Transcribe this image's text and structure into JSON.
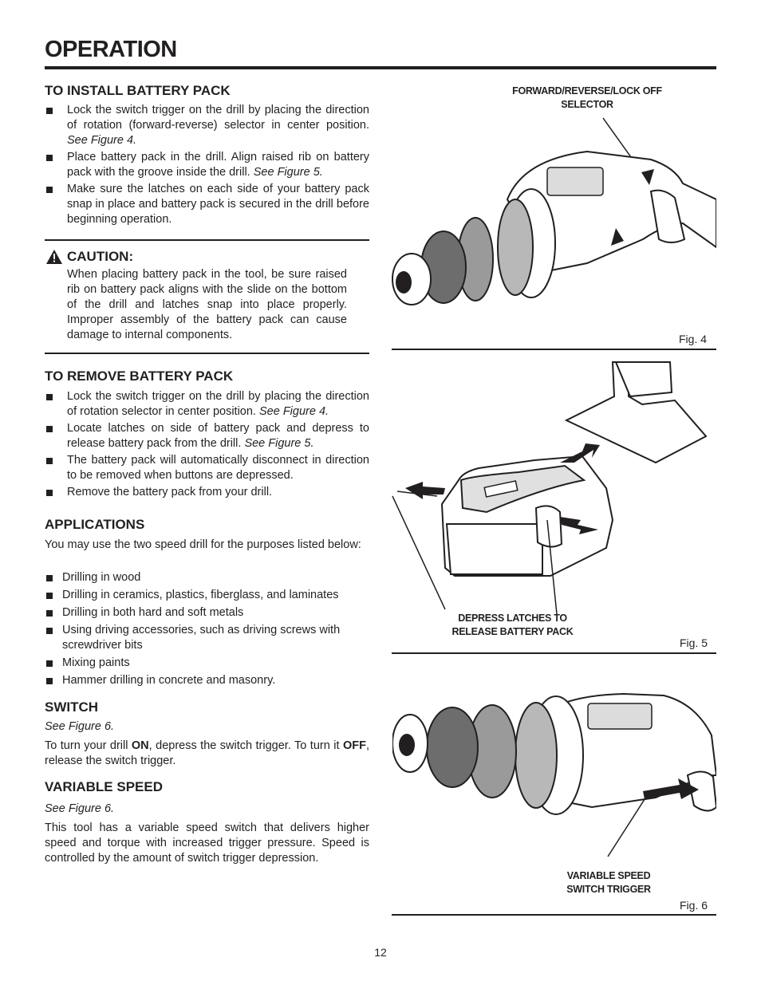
{
  "header": {
    "title": "OPERATION"
  },
  "install": {
    "heading": "TO INSTALL BATTERY PACK",
    "b1": "Lock the switch trigger on the drill by placing the direction of rotation (forward-reverse) selector in center position. ",
    "b1_ref": "See Figure 4.",
    "b2": "Place battery pack in the drill. Align raised rib on battery pack with the groove inside the drill. ",
    "b2_ref": "See Figure 5.",
    "b3": "Make sure the latches on each side of your battery pack snap in place and battery pack is secured in the drill before beginning operation."
  },
  "caution": {
    "title": "CAUTION:",
    "text": "When placing battery pack in the tool, be sure raised rib on battery pack aligns with the slide on the bottom of the drill and latches snap into place properly. Improper assembly of the battery pack can cause damage to internal components."
  },
  "remove": {
    "heading": "TO REMOVE BATTERY PACK",
    "b1": "Lock the switch trigger on the drill by placing the direction of rotation selector in center position. ",
    "b1_ref": "See Figure 4.",
    "b2": "Locate latches on side of battery pack and depress to release battery pack from the drill. ",
    "b2_ref": "See Figure 5.",
    "b3": "The battery pack will automatically disconnect in direction to be removed when buttons are depressed.",
    "b4": "Remove the battery pack from your drill."
  },
  "applications": {
    "heading": "APPLICATIONS",
    "intro": "You may use the two speed drill for the purposes listed below:",
    "items": [
      "Drilling in wood",
      "Drilling in ceramics, plastics, fiberglass, and laminates",
      "Drilling in both hard and soft metals",
      "Using driving accessories, such as driving screws with screwdriver bits",
      "Mixing paints",
      "Hammer drilling in concrete and masonry."
    ]
  },
  "switch": {
    "heading": "SWITCH",
    "ref": "See Figure 6.",
    "t1": "To turn your drill ",
    "on": "ON",
    "t2": ", depress the switch trigger. To turn it ",
    "off": "OFF",
    "t3": ", release the switch trigger."
  },
  "variable_speed": {
    "heading": "VARIABLE SPEED",
    "ref": "See Figure 6.",
    "text": "This tool has a variable speed switch that delivers higher speed and torque with increased trigger pressure. Speed is controlled by the amount of switch trigger depression."
  },
  "figures": {
    "fig4": {
      "callout_line1": "FORWARD/REVERSE/LOCK OFF",
      "callout_line2": "SELECTOR",
      "label": "Fig. 4"
    },
    "fig5": {
      "callout_line1": "DEPRESS LATCHES TO",
      "callout_line2": "RELEASE BATTERY PACK",
      "label": "Fig. 5"
    },
    "fig6": {
      "callout_line1": "VARIABLE SPEED",
      "callout_line2": "SWITCH TRIGGER",
      "label": "Fig. 6"
    }
  },
  "page_number": "12"
}
